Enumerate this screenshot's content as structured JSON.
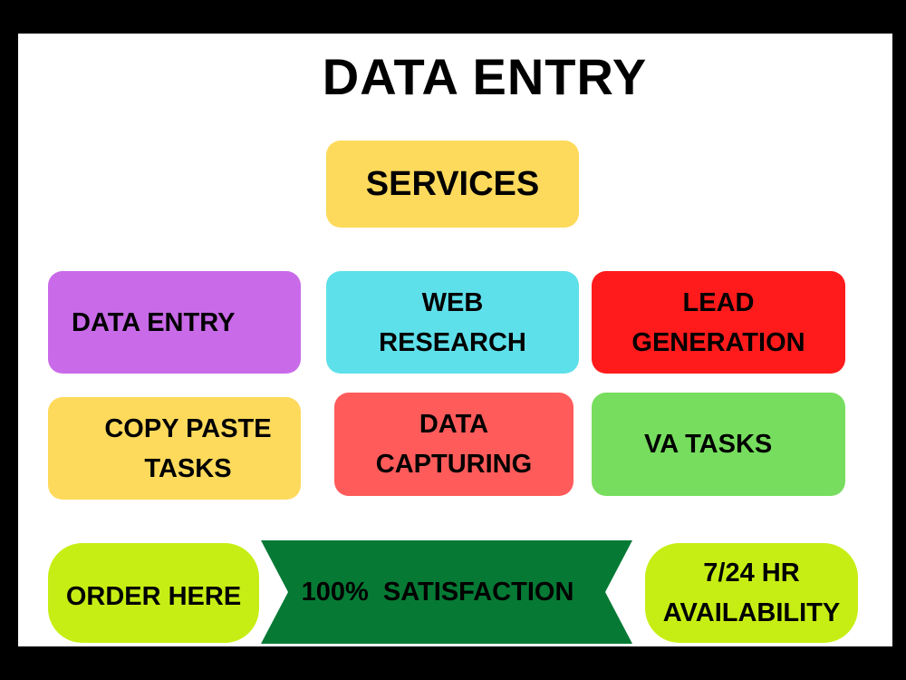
{
  "title": "DATA ENTRY",
  "services_label": "SERVICES",
  "services": [
    {
      "label": "DATA ENTRY",
      "color": "#c96ae8"
    },
    {
      "label": "WEB\nRESEARCH",
      "color": "#5ee0ea"
    },
    {
      "label": "LEAD\nGENERATION",
      "color": "#ff1b1b"
    },
    {
      "label": "COPY PASTE\nTASKS",
      "color": "#fdda5b"
    },
    {
      "label": "DATA\nCAPTURING",
      "color": "#ff5b5b"
    },
    {
      "label": "VA TASKS",
      "color": "#77dd5e"
    }
  ],
  "footer": {
    "order": "ORDER HERE",
    "satisfaction": "100%  SATISFACTION",
    "availability": "7/24 HR\nAVAILABILITY"
  },
  "colors": {
    "background": "#000000",
    "panel": "#ffffff",
    "services_box": "#fdda5b",
    "pill": "#c7ee14",
    "ribbon": "#067a35"
  }
}
